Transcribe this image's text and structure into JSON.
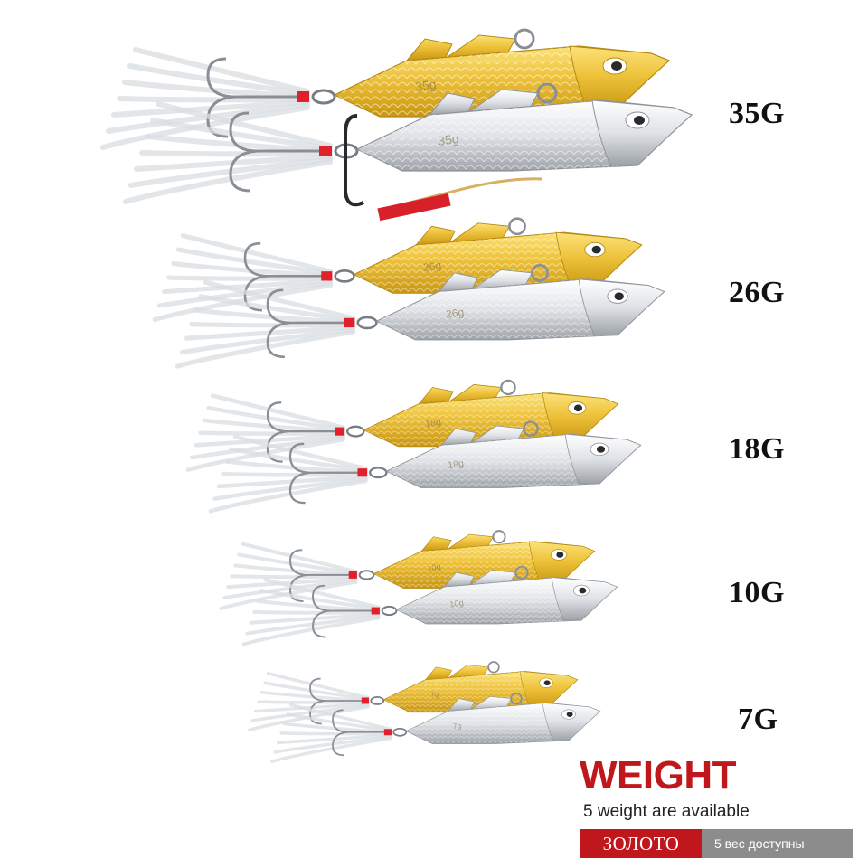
{
  "product": {
    "weights": [
      {
        "label": "35G",
        "gold_body_text": "35g",
        "silver_body_text": "35g"
      },
      {
        "label": "26G",
        "gold_body_text": "26g",
        "silver_body_text": "26g"
      },
      {
        "label": "18G",
        "gold_body_text": "18g",
        "silver_body_text": "18g"
      },
      {
        "label": "10G",
        "gold_body_text": "10g",
        "silver_body_text": "10g"
      },
      {
        "label": "7G",
        "gold_body_text": "7g",
        "silver_body_text": "7g"
      }
    ]
  },
  "banner": {
    "title": "WEIGHT",
    "subtitle": "5 weight are available",
    "color_tag": "ЗОЛОТО",
    "note": "5 вес доступны"
  },
  "colors": {
    "accent_red": "#c0171c",
    "gold": "#e8bf2e",
    "silver": "#d9dce0",
    "tag_gray": "#8c8c8c"
  }
}
